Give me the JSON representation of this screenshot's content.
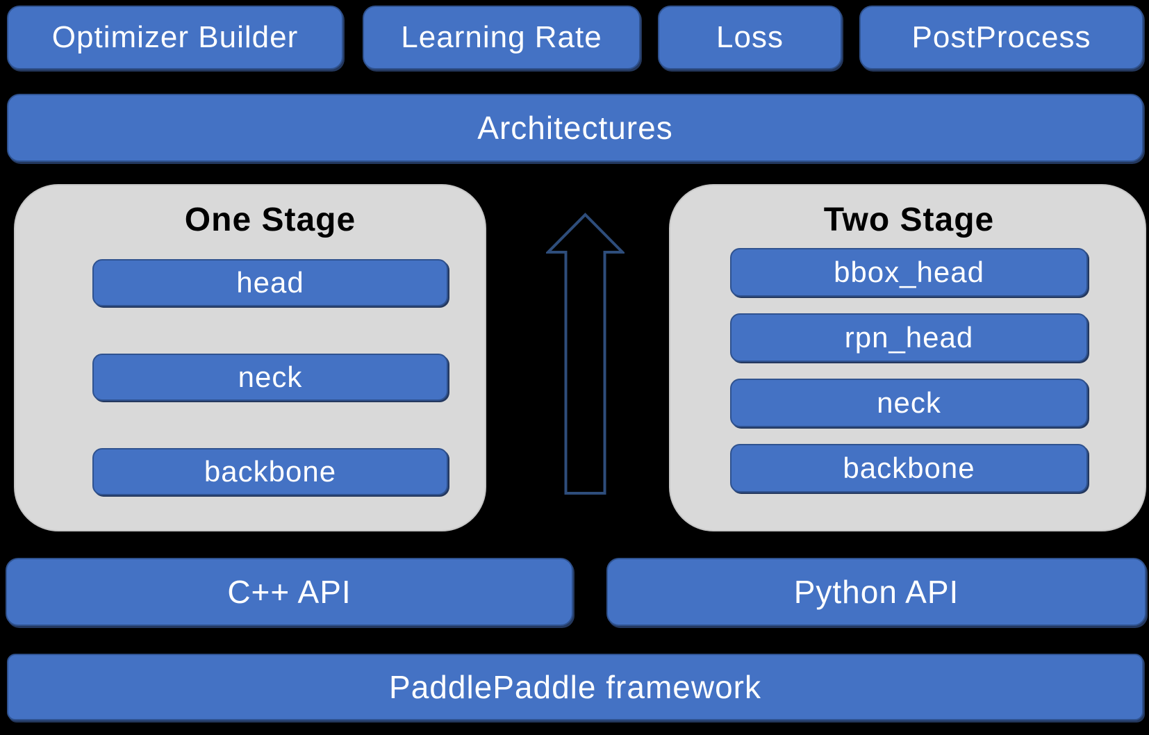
{
  "colors": {
    "background": "#000000",
    "box_blue": "#4472C4",
    "box_blue_border": "#2F528F",
    "container_gray": "#D9D9D9",
    "arrow_outline": "#2E4D7B",
    "text_on_blue": "#FFFFFF",
    "text_on_gray": "#000000"
  },
  "top_row": [
    {
      "label": "Optimizer Builder"
    },
    {
      "label": "Learning Rate"
    },
    {
      "label": "Loss"
    },
    {
      "label": "PostProcess"
    }
  ],
  "architectures": {
    "label": "Architectures"
  },
  "one_stage": {
    "title": "One Stage",
    "layers": [
      {
        "label": "head"
      },
      {
        "label": "neck"
      },
      {
        "label": "backbone"
      }
    ]
  },
  "two_stage": {
    "title": "Two Stage",
    "layers": [
      {
        "label": "bbox_head"
      },
      {
        "label": "rpn_head"
      },
      {
        "label": "neck"
      },
      {
        "label": "backbone"
      }
    ]
  },
  "arrow": {
    "icon": "up-arrow"
  },
  "api_row": [
    {
      "label": "C++ API"
    },
    {
      "label": "Python API"
    }
  ],
  "framework": {
    "label": "PaddlePaddle framework"
  }
}
